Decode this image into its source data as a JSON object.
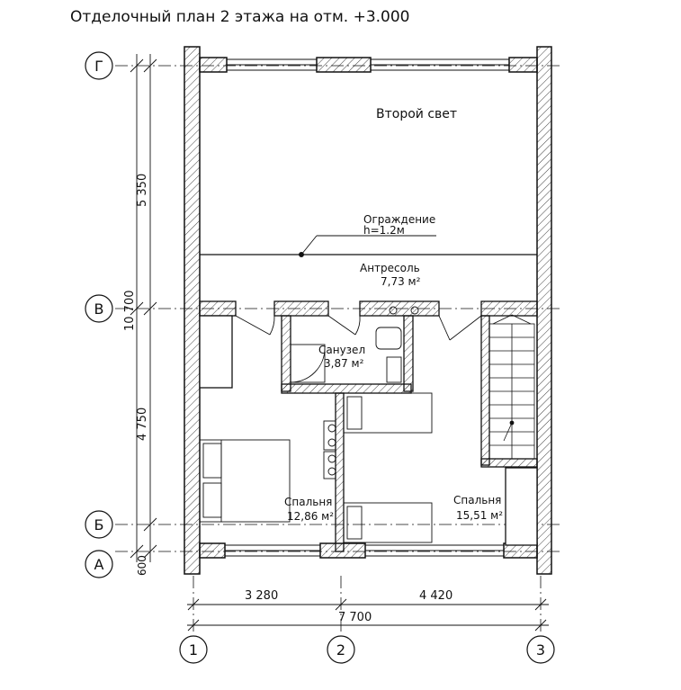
{
  "title": "Отделочный план 2 этажа на отм. +3.000",
  "axes": {
    "rows": [
      "Г",
      "В",
      "Б",
      "А"
    ],
    "cols": [
      "1",
      "2",
      "3"
    ]
  },
  "dimensions": {
    "left_1": "5 350",
    "left_2": "4 750",
    "left_3": "600",
    "left_total": "10 700",
    "bottom_1": "3 280",
    "bottom_2": "4 420",
    "bottom_total": "7 700"
  },
  "rooms": {
    "second_light": "Второй свет",
    "railing": "Ограждение",
    "railing_height": "h=1.2м",
    "mezzanine_name": "Антресоль",
    "mezzanine_area": "7,73 м²",
    "bathroom_name": "Санузел",
    "bathroom_area": "3,87 м²",
    "bedroom1_name": "Спальня",
    "bedroom1_area": "12,86 м²",
    "bedroom2_name": "Спальня",
    "bedroom2_area": "15,51 м²"
  },
  "colors": {
    "line": "#111111",
    "wall_fill": "#ffffff"
  }
}
